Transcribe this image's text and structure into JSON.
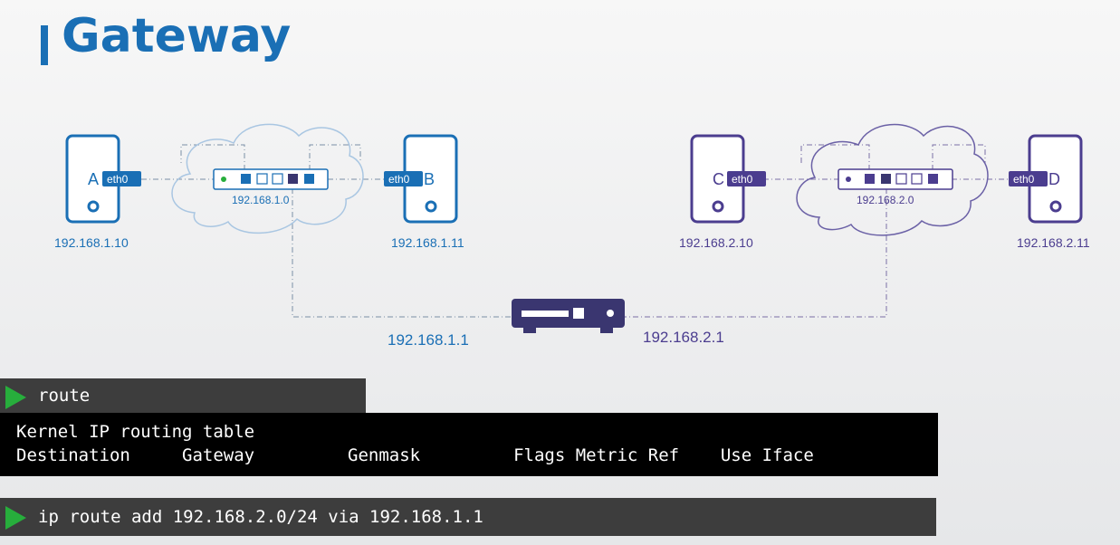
{
  "title": "Gateway",
  "colors": {
    "net1": "#1a6fb5",
    "net2": "#4b3d8f",
    "router": "#3a3670",
    "prompt": "#27ae3c"
  },
  "network1": {
    "hosts": [
      {
        "name": "A",
        "iface": "eth0",
        "ip": "192.168.1.10"
      },
      {
        "name": "B",
        "iface": "eth0",
        "ip": "192.168.1.11"
      }
    ],
    "network_address": "192.168.1.0"
  },
  "network2": {
    "hosts": [
      {
        "name": "C",
        "iface": "eth0",
        "ip": "192.168.2.10"
      },
      {
        "name": "D",
        "iface": "eth0",
        "ip": "192.168.2.11"
      }
    ],
    "network_address": "192.168.2.0"
  },
  "router": {
    "ip_left": "192.168.1.1",
    "ip_right": "192.168.2.1"
  },
  "terminal": {
    "cmd1": "route",
    "output_line1": "Kernel IP routing table",
    "output_line2": "Destination     Gateway         Genmask         Flags Metric Ref    Use Iface",
    "cmd2": "ip route add 192.168.2.0/24 via 192.168.1.1"
  }
}
